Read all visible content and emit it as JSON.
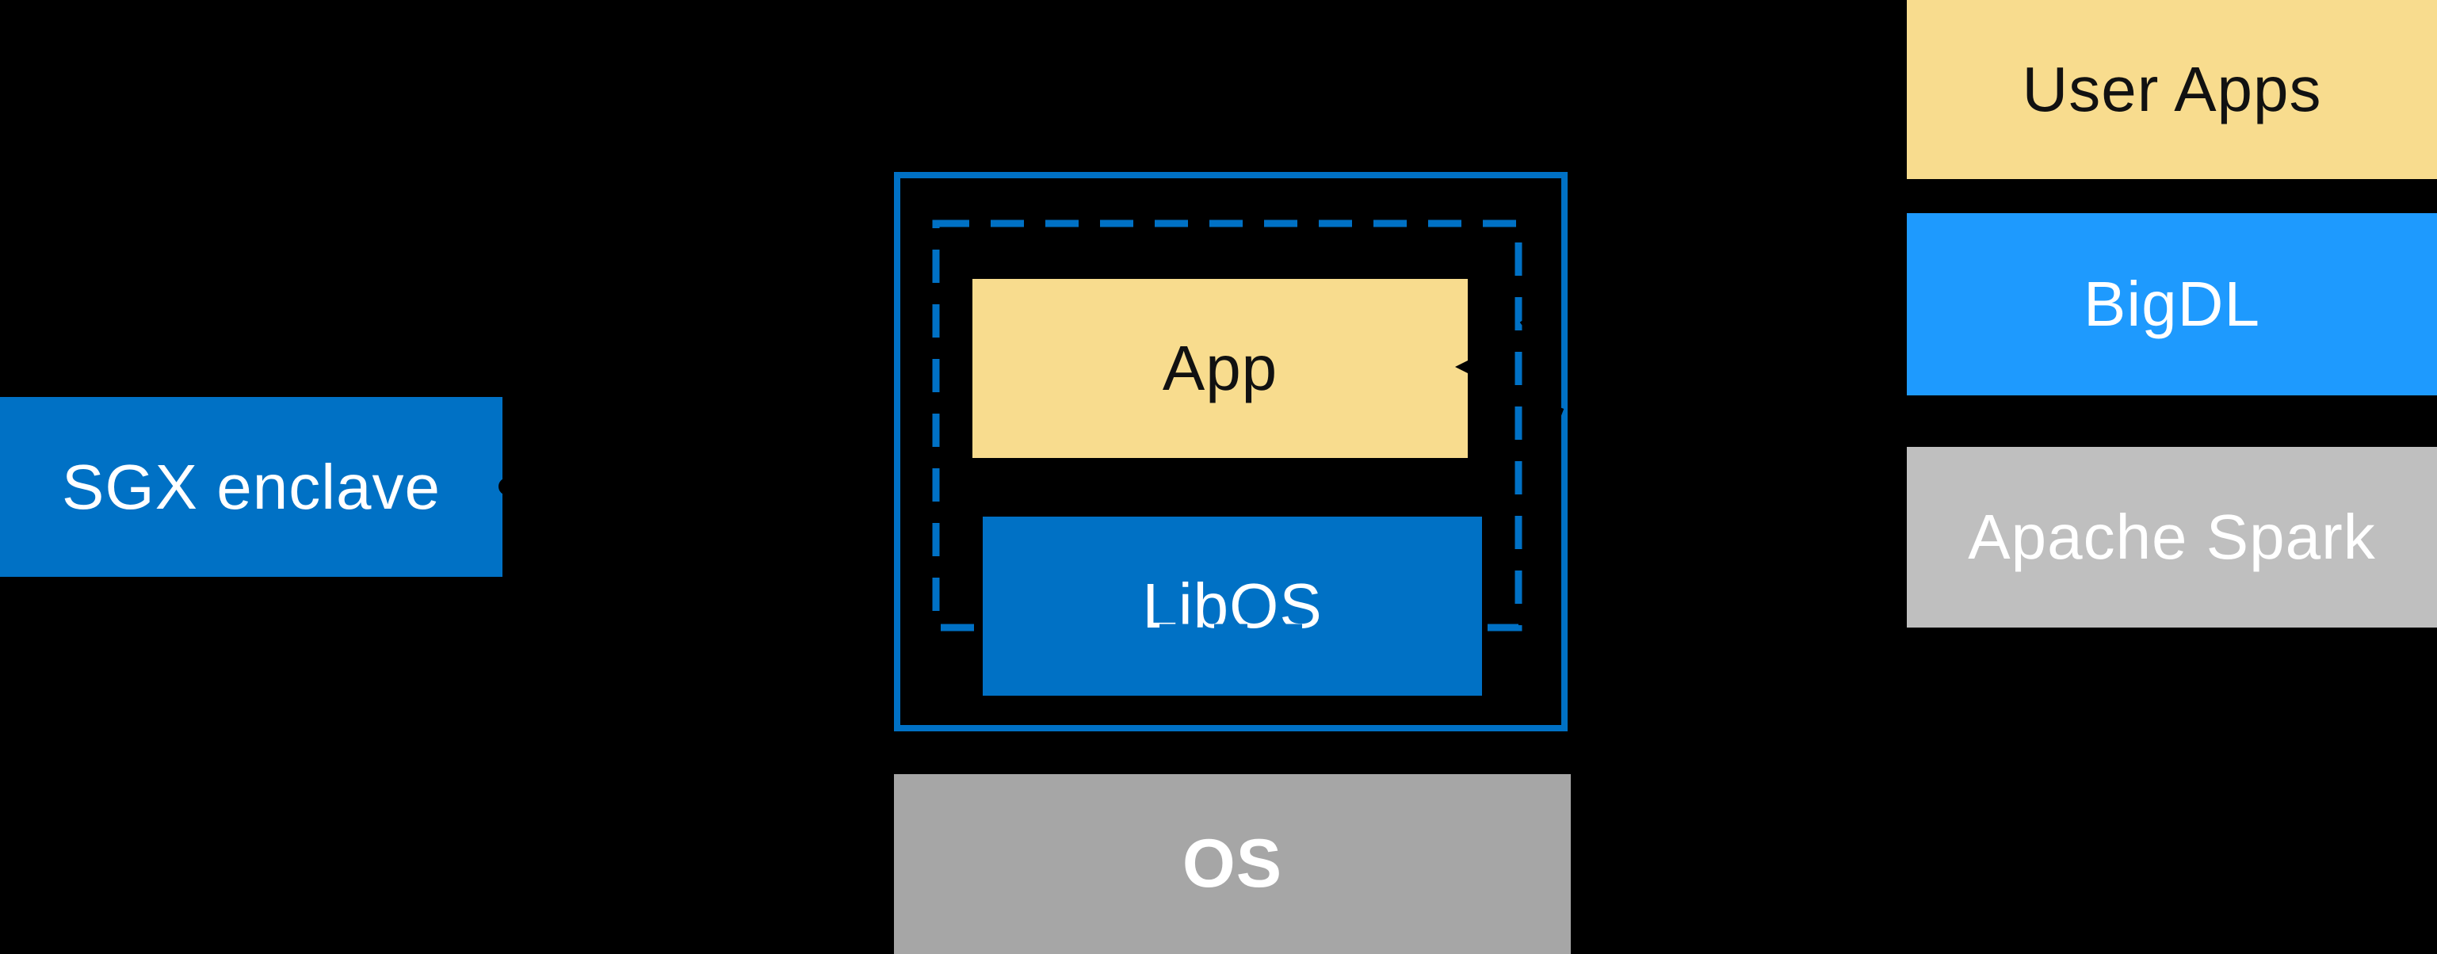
{
  "diagram": {
    "title_hint": "BigDL Apache Spark application running inside an Intel SGX enclave with a LibOS",
    "background_color": "#000000",
    "left_callout": {
      "label": "SGX enclave",
      "box_color": "#0071C5",
      "text_color": "#FFFFFF",
      "connector": {
        "style": "solid-black-line-with-dot",
        "dot_color": "#000000"
      }
    },
    "enclave_stack": {
      "outer_border_color": "#0071C5",
      "dashed_boundary_color": "#0071C5",
      "app": {
        "label": "App",
        "box_color": "#F8DC8E",
        "text_color": "#111111"
      },
      "libos": {
        "label": "LibOS",
        "box_color": "#0071C5",
        "text_color": "#FFFFFF"
      },
      "os": {
        "label": "OS",
        "box_color": "#A6A6A6",
        "text_color": "#FFFFFF",
        "bold": true
      }
    },
    "right_stack": [
      {
        "label": "User Apps",
        "box_color": "#F8DC8E",
        "text_color": "#111111"
      },
      {
        "label": "BigDL",
        "box_color": "#1E9AFE",
        "text_color": "#FFFFFF"
      },
      {
        "label": "Apache Spark",
        "box_color": "#BFBFBF",
        "text_color": "#FFFFFF"
      }
    ],
    "callout_arrow": {
      "style": "black-dashed-curves-converging-to-arrowhead",
      "color": "#000000",
      "points_to": "App"
    }
  }
}
